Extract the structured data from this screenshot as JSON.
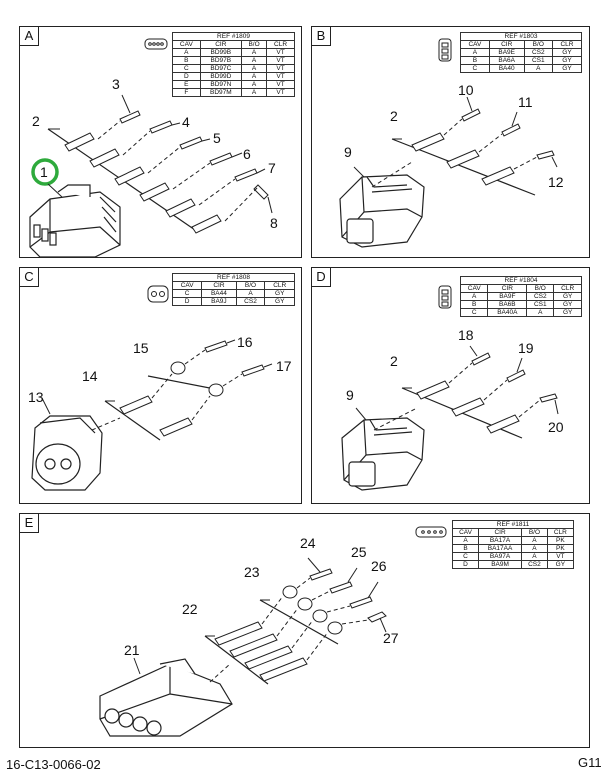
{
  "panels": [
    {
      "letter": "A",
      "ref": "REF #1809",
      "headers": [
        "CAV",
        "CIR",
        "B/O",
        "CLR"
      ],
      "rows": [
        [
          "A",
          "BD99B",
          "A",
          "VT"
        ],
        [
          "B",
          "BD97B",
          "A",
          "VT"
        ],
        [
          "C",
          "BD97C",
          "A",
          "VT"
        ],
        [
          "D",
          "BD99D",
          "A",
          "VT"
        ],
        [
          "E",
          "BD97N",
          "A",
          "VT"
        ],
        [
          "F",
          "BD97M",
          "A",
          "VT"
        ]
      ],
      "callouts": [
        "1",
        "2",
        "3",
        "4",
        "5",
        "6",
        "7",
        "8"
      ],
      "highlight_callout": "1",
      "highlight_color": "#2eaa3c"
    },
    {
      "letter": "B",
      "ref": "REF #1803",
      "headers": [
        "CAV",
        "CIR",
        "B/O",
        "CLR"
      ],
      "rows": [
        [
          "A",
          "BA9E",
          "CS2",
          "GY"
        ],
        [
          "B",
          "BA6A",
          "CS1",
          "GY"
        ],
        [
          "C",
          "BA40",
          "A",
          "GY"
        ]
      ],
      "callouts": [
        "2",
        "9",
        "10",
        "11",
        "12"
      ]
    },
    {
      "letter": "C",
      "ref": "REF #1808",
      "headers": [
        "CAV",
        "CIR",
        "B/O",
        "CLR"
      ],
      "rows": [
        [
          "C",
          "BA44",
          "A",
          "GY"
        ],
        [
          "D",
          "BA9J",
          "CS2",
          "GY"
        ]
      ],
      "callouts": [
        "13",
        "14",
        "15",
        "16",
        "17"
      ]
    },
    {
      "letter": "D",
      "ref": "REF #1804",
      "headers": [
        "CAV",
        "CIR",
        "B/O",
        "CLR"
      ],
      "rows": [
        [
          "A",
          "BA9F",
          "CS2",
          "GY"
        ],
        [
          "B",
          "BA6B",
          "CS1",
          "GY"
        ],
        [
          "C",
          "BA40A",
          "A",
          "GY"
        ]
      ],
      "callouts": [
        "2",
        "9",
        "18",
        "19",
        "20"
      ]
    },
    {
      "letter": "E",
      "ref": "REF #1811",
      "headers": [
        "CAV",
        "CIR",
        "B/O",
        "CLR"
      ],
      "rows": [
        [
          "A",
          "BA17A",
          "A",
          "PK"
        ],
        [
          "B",
          "BA17AA",
          "A",
          "PK"
        ],
        [
          "C",
          "BA97A",
          "A",
          "VT"
        ],
        [
          "D",
          "BA9M",
          "CS2",
          "GY"
        ]
      ],
      "callouts": [
        "21",
        "22",
        "23",
        "24",
        "25",
        "26",
        "27"
      ]
    }
  ],
  "footer": {
    "drawing_number": "16-C13-0066-02",
    "page_code": "G11"
  }
}
